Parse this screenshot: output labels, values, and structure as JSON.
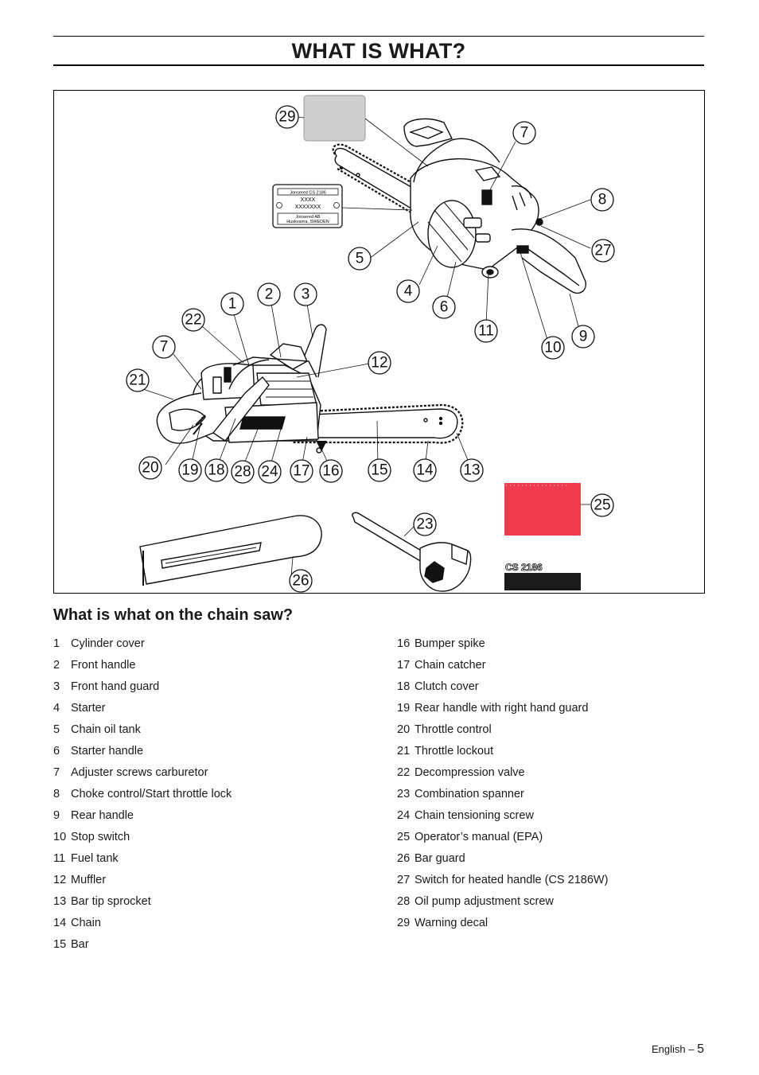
{
  "header": {
    "title": "WHAT IS WHAT?"
  },
  "figure": {
    "decal": {
      "line1": "Jonsered CS 2186",
      "line2": "XXXX",
      "line3": "XXXXXXX",
      "line4": "Jonsered AB",
      "line5": "Huskvarna, SWEDEN"
    },
    "manual_label": "CS 2186",
    "callouts": {
      "c29": "29",
      "c7a": "7",
      "c8": "8",
      "c27": "27",
      "c5": "5",
      "c4": "4",
      "c6": "6",
      "c11": "11",
      "c10": "10",
      "c9": "9",
      "c1": "1",
      "c2": "2",
      "c3": "3",
      "c22": "22",
      "c7b": "7",
      "c21": "21",
      "c12": "12",
      "c20": "20",
      "c19": "19",
      "c18": "18",
      "c28": "28",
      "c24": "24",
      "c17": "17",
      "c16": "16",
      "c15": "15",
      "c14": "14",
      "c13": "13",
      "c25": "25",
      "c23": "23",
      "c26": "26"
    }
  },
  "section": {
    "heading": "What is what on the chain saw?"
  },
  "parts_left": [
    {
      "num": "1",
      "label": "Cylinder cover"
    },
    {
      "num": "2",
      "label": "Front handle"
    },
    {
      "num": "3",
      "label": "Front hand guard"
    },
    {
      "num": "4",
      "label": "Starter"
    },
    {
      "num": "5",
      "label": "Chain oil tank"
    },
    {
      "num": "6",
      "label": "Starter handle"
    },
    {
      "num": "7",
      "label": "Adjuster screws carburetor"
    },
    {
      "num": "8",
      "label": "Choke control/Start throttle lock"
    },
    {
      "num": "9",
      "label": "Rear handle"
    },
    {
      "num": "10",
      "label": "Stop switch"
    },
    {
      "num": "11",
      "label": "Fuel tank"
    },
    {
      "num": "12",
      "label": "Muffler"
    },
    {
      "num": "13",
      "label": "Bar tip sprocket"
    },
    {
      "num": "14",
      "label": "Chain"
    },
    {
      "num": "15",
      "label": "Bar"
    }
  ],
  "parts_right": [
    {
      "num": "16",
      "label": "Bumper spike"
    },
    {
      "num": "17",
      "label": "Chain catcher"
    },
    {
      "num": "18",
      "label": "Clutch cover"
    },
    {
      "num": "19",
      "label": "Rear handle with right hand guard"
    },
    {
      "num": "20",
      "label": "Throttle control"
    },
    {
      "num": "21",
      "label": "Throttle lockout"
    },
    {
      "num": "22",
      "label": "Decompression valve"
    },
    {
      "num": "23",
      "label": "Combination spanner"
    },
    {
      "num": "24",
      "label": "Chain tensioning screw"
    },
    {
      "num": "25",
      "label": "Operator’s manual (EPA)"
    },
    {
      "num": "26",
      "label": "Bar guard"
    },
    {
      "num": "27",
      "label": "Switch for heated handle (CS 2186W)"
    },
    {
      "num": "28",
      "label": "Oil pump adjustment screw"
    },
    {
      "num": "29",
      "label": "Warning decal"
    }
  ],
  "footer": {
    "language": "English",
    "dash": "–",
    "page": "5"
  },
  "colors": {
    "manual_cover": "#ee3a4c",
    "warning_decal": "#cfcfcf",
    "ink": "#1a1a1a"
  }
}
